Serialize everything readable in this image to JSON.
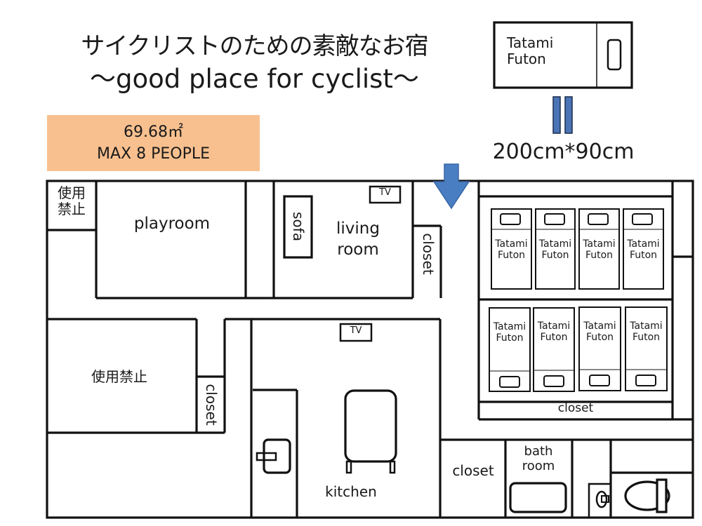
{
  "header": {
    "title_jp": "サイクリストのための素敵なお宿",
    "title_en": "～good place for cyclist～"
  },
  "info": {
    "area": "69.68㎡",
    "capacity": "MAX 8 PEOPLE",
    "box_color": "#f8c08f"
  },
  "legend": {
    "futon_label_line1": "Tatami",
    "futon_label_line2": "Futon",
    "dimensions": "200cm*90cm",
    "equals_icon_color": "#4a74b5"
  },
  "entrance_arrow_color": "#4a7ec2",
  "rooms": {
    "no_use_small_line1": "使用",
    "no_use_small_line2": "禁止",
    "playroom": "playroom",
    "living_line1": "living",
    "living_line2": "room",
    "sofa": "sofa",
    "tv_living": "TV",
    "closet_living": "closet",
    "no_use_large": "使用禁止",
    "closet_left": "closet",
    "tv_kitchen": "TV",
    "kitchen": "kitchen",
    "closet_bottom": "closet",
    "bath_line1": "bath",
    "bath_line2": "room",
    "closet_bedroom": "closet"
  },
  "futons_top": [
    {
      "line1": "Tatami",
      "line2": "Futon"
    },
    {
      "line1": "Tatami",
      "line2": "Futon"
    },
    {
      "line1": "Tatami",
      "line2": "Futon"
    },
    {
      "line1": "Tatami",
      "line2": "Futon"
    }
  ],
  "futons_bottom": [
    {
      "line1": "Tatami",
      "line2": "Futon"
    },
    {
      "line1": "Tatami",
      "line2": "Futon"
    },
    {
      "line1": "Tatami",
      "line2": "Futon"
    },
    {
      "line1": "Tatami",
      "line2": "Futon"
    }
  ]
}
